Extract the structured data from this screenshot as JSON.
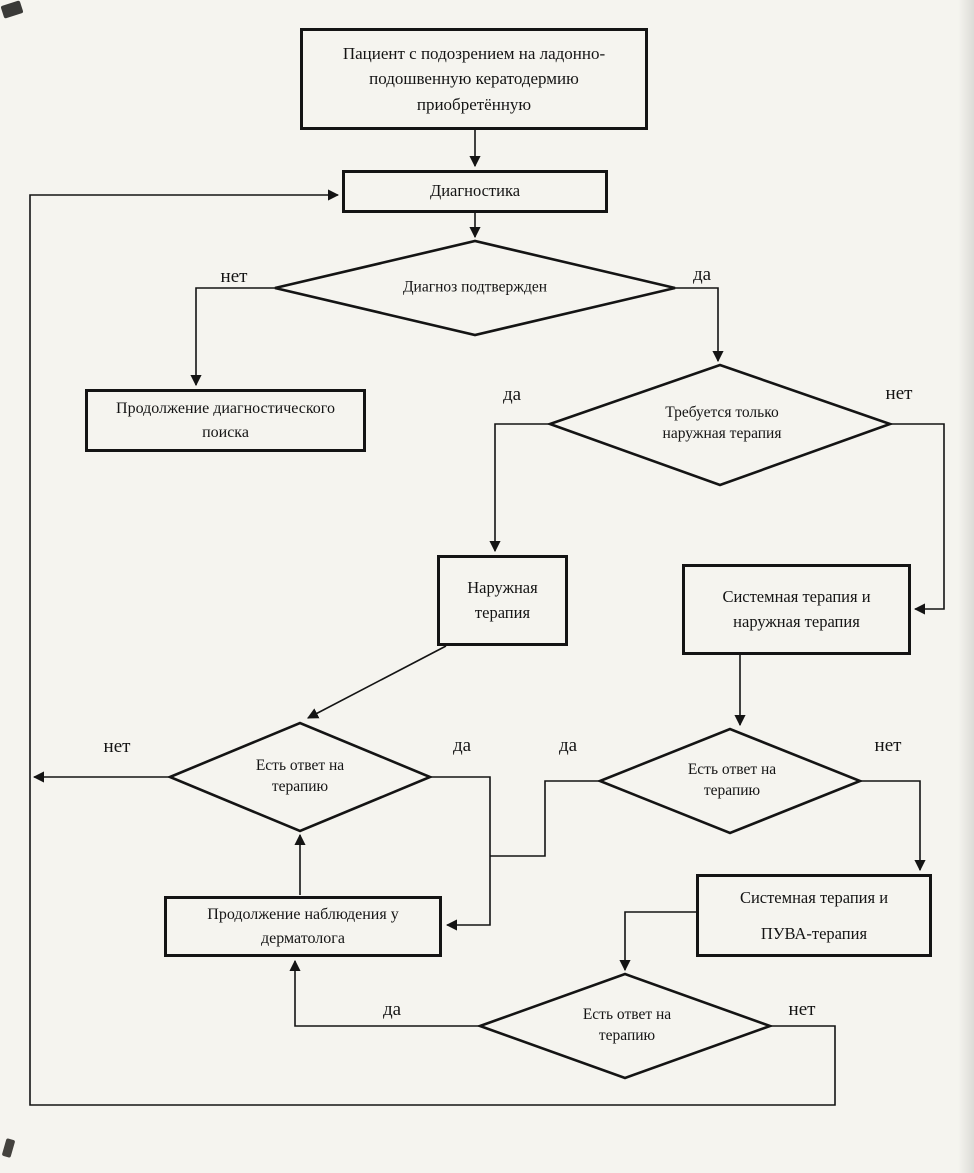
{
  "colors": {
    "paper": "#f5f4ef",
    "ink": "#141414"
  },
  "nodes": {
    "patient": {
      "label": "Пациент с подозрением на ладонно-\nподошвенную кератодермию\nприобретённую"
    },
    "diagnostics": {
      "label": "Диагностика"
    },
    "diagnosis_confirmed": {
      "label": "Диагноз подтвержден"
    },
    "continue_diag_search": {
      "label": "Продолжение диагностического\nпоиска"
    },
    "only_topical_needed": {
      "label": "Требуется только\nнаружная терапия"
    },
    "topical_therapy": {
      "label": "Наружная\nтерапия"
    },
    "systemic_plus_topical": {
      "label": "Системная терапия и\nнаружная терапия"
    },
    "response_topical": {
      "label": "Есть ответ на\nтерапию"
    },
    "response_systemic": {
      "label": "Есть ответ на\nтерапию"
    },
    "observation_dermatologist": {
      "label": "Продолжение наблюдения у\nдерматолога"
    },
    "systemic_puva": {
      "label": "Системная терапия и\nПУВА-терапия"
    },
    "response_puva": {
      "label": "Есть ответ на\nтерапию"
    }
  },
  "edge_labels": {
    "diagnosis_no": "нет",
    "diagnosis_yes": "да",
    "topical_yes": "да",
    "topical_no": "нет",
    "resp_topical_no": "нет",
    "resp_topical_yes": "да",
    "resp_systemic_yes": "да",
    "resp_systemic_no": "нет",
    "resp_puva_yes": "да",
    "resp_puva_no": "нет"
  }
}
